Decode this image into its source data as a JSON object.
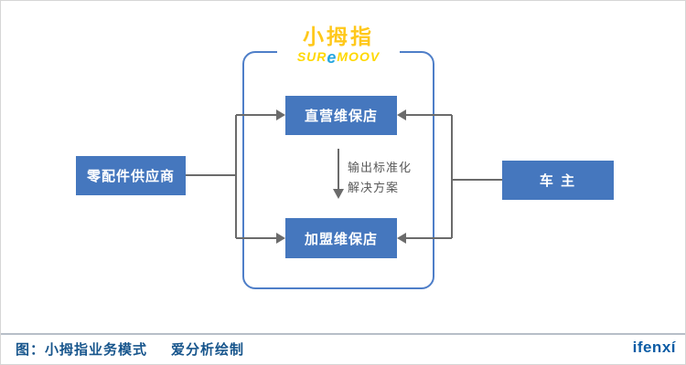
{
  "logo": {
    "cn": "小拇指",
    "en_prefix": "SUR",
    "en_e": "e",
    "en_suffix": "MOOV"
  },
  "nodes": {
    "supplier": {
      "label": "零配件供应商"
    },
    "direct": {
      "label": "直营维保店"
    },
    "franchise": {
      "label": "加盟维保店"
    },
    "owner": {
      "label": "车 主"
    }
  },
  "annotation": {
    "line1": "输出标准化",
    "line2": "解决方案"
  },
  "footer": {
    "caption": "图：小拇指业务模式",
    "source": "爱分析绘制",
    "brand": "ifenxí"
  },
  "colors": {
    "node_fill": "#4577be",
    "frame_border": "#4e7ec8",
    "arrow_gray": "#6b6b6b",
    "logo_yellow": "#ffd200",
    "logo_cn_yellow": "#ffc81a",
    "logo_e_blue": "#28a7e0",
    "caption_blue": "#17558c",
    "brand_blue": "#0c5ca5",
    "divider_gray": "#b7bec8"
  }
}
